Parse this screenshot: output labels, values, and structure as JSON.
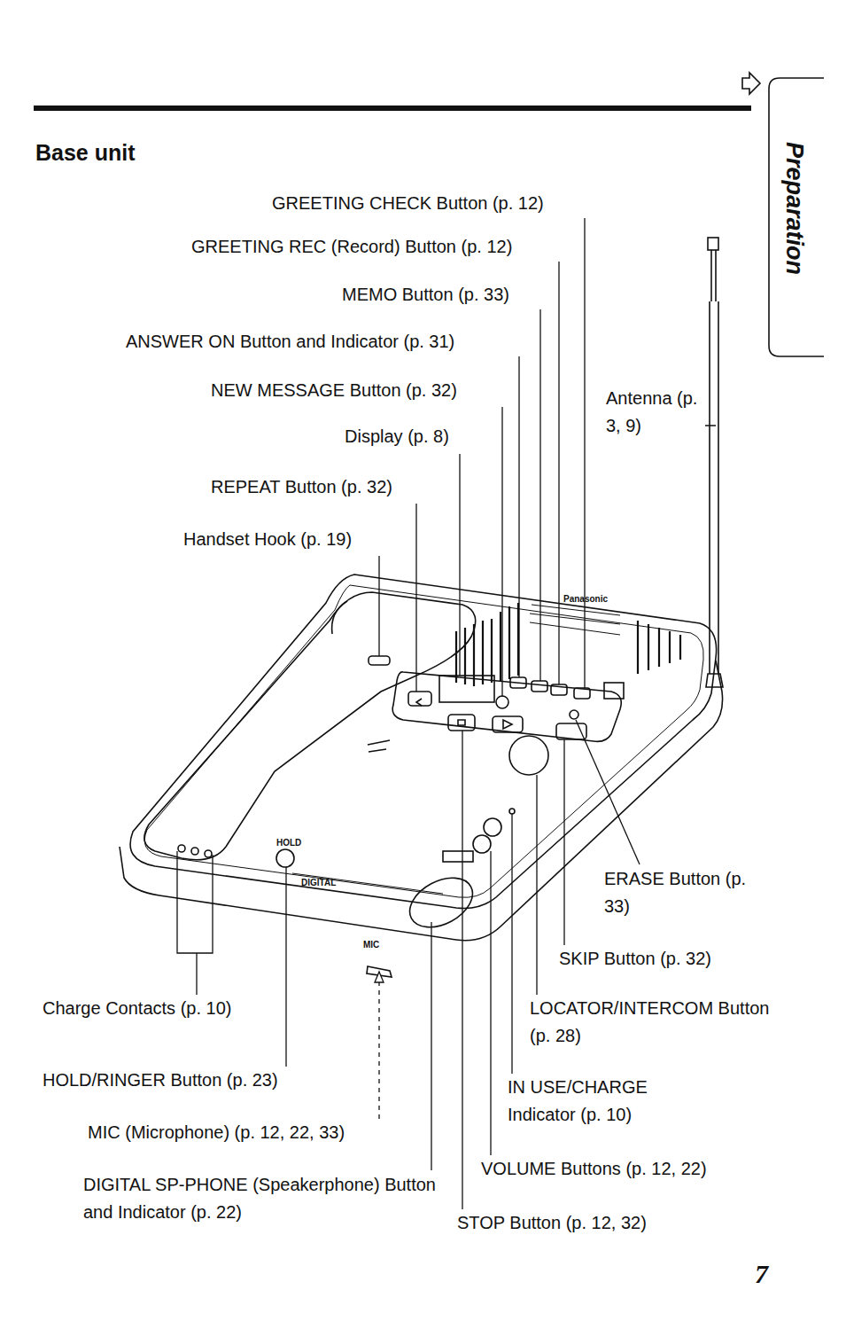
{
  "diagram": {
    "title": "Base unit",
    "labels": [
      "GREETING CHECK Button (p. 12)",
      "GREETING REC (Record) Button (p. 12)",
      "MEMO Button (p. 33)",
      "ANSWER ON Button and Indicator (p. 31)",
      "NEW MESSAGE Button (p. 32)",
      "Display (p. 8)",
      "REPEAT Button (p. 32)",
      "Handset Hook (p. 19)",
      "Antenna (p. 3, 9)",
      "ERASE Button (p. 33)",
      "SKIP Button (p. 32)",
      "Charge Contacts (p. 10)",
      "LOCATOR/INTERCOM Button (p. 28)",
      "HOLD/RINGER Button (p. 23)",
      "IN USE/CHARGE Indicator (p. 10)",
      "MIC (Microphone) (p. 12, 22, 33)",
      "VOLUME Buttons (p. 12, 22)",
      "DIGITAL SP-PHONE (Speakerphone) Button and Indicator (p. 22)",
      "STOP Button (p. 12, 32)",
      "Preparation",
      "7",
      "Panasonic",
      "DIGITAL",
      "HOLD",
      "MIC"
    ]
  }
}
